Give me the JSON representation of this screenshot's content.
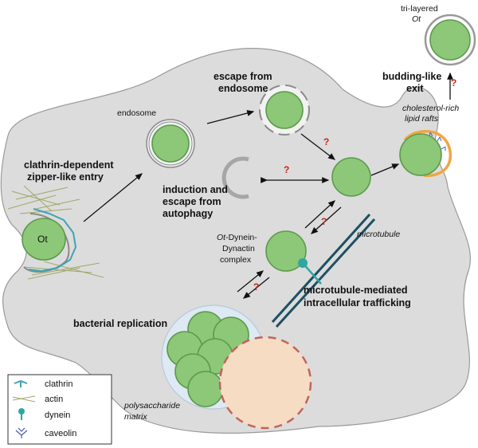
{
  "labels": {
    "tri_layered_line1": "tri-layered",
    "tri_layered_line2": "Ot",
    "budding_line1": "budding-like",
    "budding_line2": "exit",
    "escape_endosome_line1": "escape from",
    "escape_endosome_line2": "endosome",
    "endosome": "endosome",
    "lipid_rafts_line1": "cholesterol-rich",
    "lipid_rafts_line2": "lipid rafts",
    "entry_line1": "clathrin-dependent",
    "entry_line2": "zipper-like entry",
    "autophagy_line1": "induction and",
    "autophagy_line2": "escape from",
    "autophagy_line3": "autophagy",
    "ot": "Ot",
    "microtubule": "microtubule",
    "dynein_line1_italic": "Ot",
    "dynein_line1_rest": "-Dynein-",
    "dynein_line2": "Dynactin",
    "dynein_line3": "complex",
    "trafficking_line1": "microtubule-mediated",
    "trafficking_line2": "intracellular trafficking",
    "replication": "bacterial replication",
    "matrix_line1": "polysaccharide",
    "matrix_line2": "matrix",
    "question_mark": "?"
  },
  "legend": {
    "items": [
      {
        "label": "clathrin",
        "icon": "clathrin-icon"
      },
      {
        "label": "actin",
        "icon": "actin-icon"
      },
      {
        "label": "dynein",
        "icon": "dynein-icon"
      },
      {
        "label": "caveolin",
        "icon": "caveolin-icon"
      }
    ]
  },
  "colors": {
    "cell_fill": "#dcdcdc",
    "bacterium_fill": "#8cc878",
    "bacterium_stroke": "#5c9a4c",
    "clathrin": "#3fa3b4",
    "actin": "#a0a868",
    "dynein": "#2fa6a0",
    "caveolin": "#4a5aa8",
    "lipid_raft": "#f0a640",
    "question_mark": "#c8261c",
    "microtubule": "#1d4f63",
    "matrix_fill": "#dde9f3",
    "vacuole_fill": "#f7dcc4",
    "vacuole_dash": "#c0655a"
  }
}
